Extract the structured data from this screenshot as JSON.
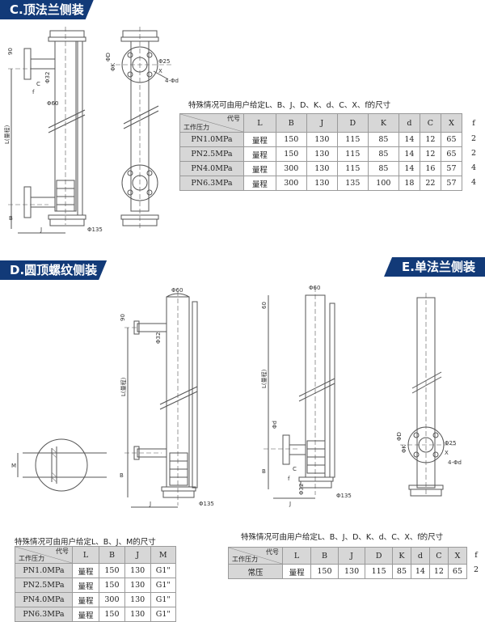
{
  "sections": {
    "c": {
      "title": "C.顶法兰侧装",
      "note": "特殊情况可由用户给定L、B、J、D、K、d、C、X、f的尺寸",
      "table": {
        "corner_top": "代号",
        "corner_bottom": "工作压力",
        "columns": [
          "L",
          "B",
          "J",
          "D",
          "K",
          "d",
          "C",
          "X"
        ],
        "extra_column": "f",
        "rows": [
          {
            "pressure": "PN1.0MPa",
            "values": [
              "量程",
              "150",
              "130",
              "115",
              "85",
              "14",
              "12",
              "65"
            ],
            "f": "2"
          },
          {
            "pressure": "PN2.5MPa",
            "values": [
              "量程",
              "150",
              "130",
              "115",
              "85",
              "14",
              "12",
              "65"
            ],
            "f": "2"
          },
          {
            "pressure": "PN4.0MPa",
            "values": [
              "量程",
              "300",
              "130",
              "115",
              "85",
              "14",
              "16",
              "57"
            ],
            "f": "4"
          },
          {
            "pressure": "PN6.3MPa",
            "values": [
              "量程",
              "300",
              "130",
              "135",
              "100",
              "18",
              "22",
              "57"
            ],
            "f": "4"
          }
        ]
      },
      "labels": {
        "dim_90": "90",
        "dim_phi32": "Φ32",
        "dim_phi60": "Φ60",
        "dim_L": "L(量程)",
        "dim_B": "B",
        "dim_J": "J",
        "dim_phi135": "Φ135",
        "dim_C": "C",
        "dim_f": "f",
        "dim_D": "ΦD",
        "dim_K": "ΦK",
        "dim_25": "Φ25",
        "dim_x": "X",
        "dim_4d": "4-Φd"
      }
    },
    "d": {
      "title": "D.圆顶螺纹侧装",
      "note": "特殊情况可由用户给定L、B、J、M的尺寸",
      "table": {
        "corner_top": "代号",
        "corner_bottom": "工作压力",
        "columns": [
          "L",
          "B",
          "J",
          "M"
        ],
        "rows": [
          {
            "pressure": "PN1.0MPa",
            "values": [
              "量程",
              "150",
              "130",
              "G1\""
            ]
          },
          {
            "pressure": "PN2.5MPa",
            "values": [
              "量程",
              "150",
              "130",
              "G1\""
            ]
          },
          {
            "pressure": "PN4.0MPa",
            "values": [
              "量程",
              "300",
              "130",
              "G1\""
            ]
          },
          {
            "pressure": "PN6.3MPa",
            "values": [
              "量程",
              "150",
              "130",
              "G1\""
            ]
          }
        ]
      },
      "labels": {
        "dim_phi60": "Φ60",
        "dim_90": "90",
        "dim_phi32": "Φ32",
        "dim_L": "L(量程)",
        "dim_B": "B",
        "dim_J": "J",
        "dim_phi135": "Φ135",
        "dim_M": "M"
      }
    },
    "e": {
      "title": "E.单法兰侧装",
      "note": "特殊情况可由用户给定L、B、J、D、K、d、C、X、f的尺寸",
      "table": {
        "corner_top": "代号",
        "corner_bottom": "工作压力",
        "columns": [
          "L",
          "B",
          "J",
          "D",
          "K",
          "d",
          "C",
          "X"
        ],
        "extra_column": "f",
        "rows": [
          {
            "pressure": "常压",
            "values": [
              "量程",
              "150",
              "130",
              "115",
              "85",
              "14",
              "12",
              "65"
            ],
            "f": "2"
          }
        ]
      },
      "labels": {
        "dim_phi60": "Φ60",
        "dim_60": "60",
        "dim_L": "L(量程)",
        "dim_B": "B",
        "dim_J": "J",
        "dim_phi135": "Φ135",
        "dim_phi32": "Φ32",
        "dim_C": "C",
        "dim_f": "f",
        "dim_D": "ΦD",
        "dim_K": "ΦK",
        "dim_25": "Φ25",
        "dim_x": "X",
        "dim_4d": "4-Φd",
        "dim_phid": "Φd"
      }
    }
  },
  "colors": {
    "banner": "#123a78",
    "table_header": "#d7d7d7",
    "line": "#555555"
  }
}
